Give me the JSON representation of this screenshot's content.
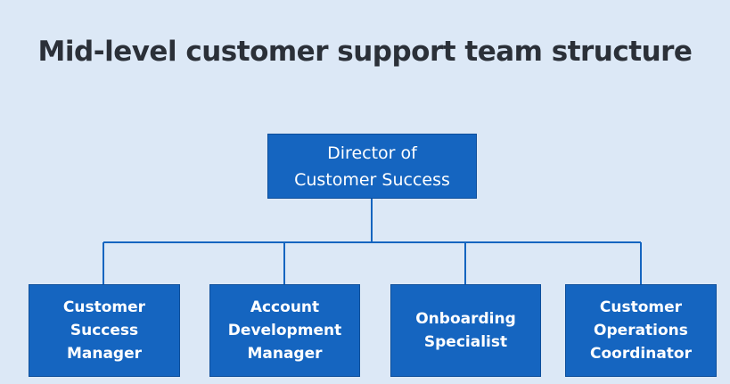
{
  "title": "Mid-level customer support team structure",
  "colors": {
    "background": "#dce8f6",
    "node_fill": "#1565c0",
    "connector": "#1565c0",
    "title_text": "#2b3038"
  },
  "root": {
    "line1": "Director of",
    "line2": "Customer Success"
  },
  "children": [
    {
      "line1": "Customer",
      "line2": "Success",
      "line3": "Manager"
    },
    {
      "line1": "Account",
      "line2": "Development",
      "line3": "Manager"
    },
    {
      "line1": "Onboarding",
      "line2": "Specialist"
    },
    {
      "line1": "Customer",
      "line2": "Operations",
      "line3": "Coordinator"
    }
  ]
}
